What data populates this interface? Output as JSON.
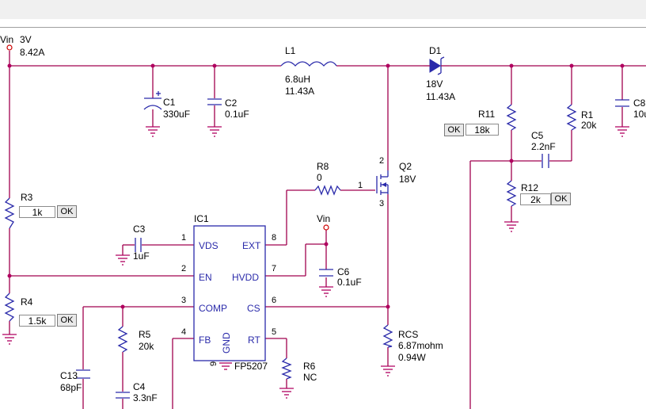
{
  "vin": {
    "label": "Vin",
    "voltage": "3V",
    "current": "8.42A"
  },
  "l1": {
    "ref": "L1",
    "value": "6.8uH",
    "current": "11.43A"
  },
  "d1": {
    "ref": "D1",
    "voltage": "18V",
    "current": "11.43A"
  },
  "c1": {
    "ref": "C1",
    "value": "330uF"
  },
  "c2": {
    "ref": "C2",
    "value": "0.1uF"
  },
  "c8": {
    "ref": "C8",
    "value": "10u"
  },
  "r11": {
    "ref": "R11",
    "value": "18k",
    "ok": "OK"
  },
  "r1": {
    "ref": "R1",
    "value": "20k"
  },
  "c5": {
    "ref": "C5",
    "value": "2.2nF"
  },
  "r12": {
    "ref": "R12",
    "value": "2k",
    "ok": "OK"
  },
  "q1": {
    "ref": "Q2",
    "voltage": "18V",
    "pin_gate": "1",
    "pin_drain": "2",
    "pin_source": "3"
  },
  "r8": {
    "ref": "R8",
    "value": "0"
  },
  "r3": {
    "ref": "R3",
    "value": "1k",
    "ok": "OK"
  },
  "r4": {
    "ref": "R4",
    "value": "1.5k",
    "ok": "OK"
  },
  "c3": {
    "ref": "C3",
    "value": "1uF"
  },
  "vin2": {
    "label": "Vin"
  },
  "c6": {
    "ref": "C6",
    "value": "0.1uF"
  },
  "ic1": {
    "ref": "IC1",
    "part": "FP5207",
    "pins_left": [
      {
        "num": "1",
        "name": "VDS"
      },
      {
        "num": "2",
        "name": "EN"
      },
      {
        "num": "3",
        "name": "COMP"
      },
      {
        "num": "4",
        "name": "FB"
      }
    ],
    "pins_right": [
      {
        "num": "8",
        "name": "EXT"
      },
      {
        "num": "7",
        "name": "HVDD"
      },
      {
        "num": "6",
        "name": "CS"
      },
      {
        "num": "5",
        "name": "RT"
      }
    ],
    "gnd_name": "GND",
    "gnd_num": "9"
  },
  "r5": {
    "ref": "R5",
    "value": "20k"
  },
  "c4": {
    "ref": "C4",
    "value": "3.3nF"
  },
  "c13": {
    "ref": "C13",
    "value": "68pF"
  },
  "r6": {
    "ref": "R6",
    "value": "NC"
  },
  "rcs": {
    "ref": "RCS",
    "value": "6.87mohm",
    "power": "0.94W"
  }
}
